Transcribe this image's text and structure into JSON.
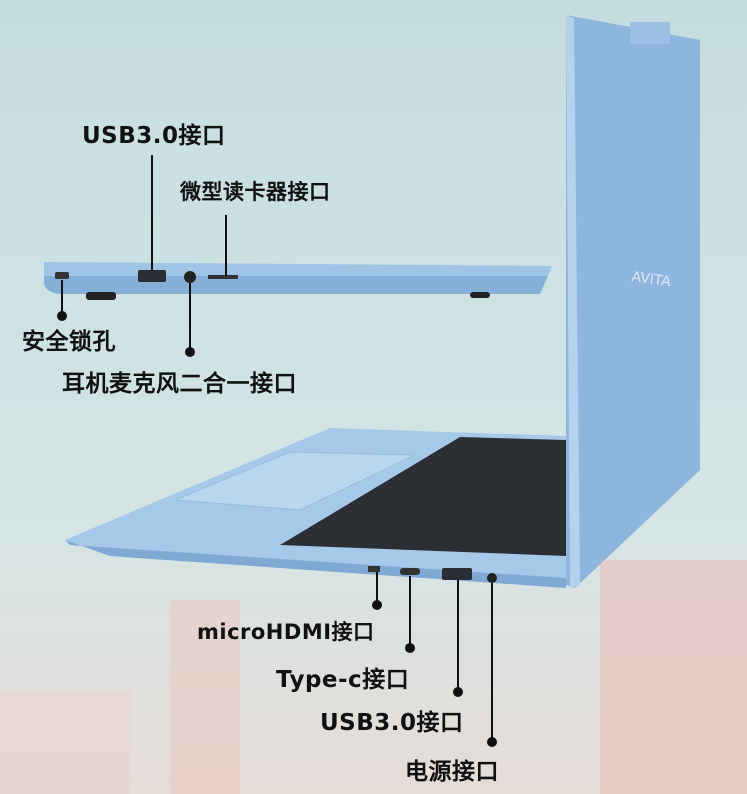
{
  "brand_logo": "AVITA",
  "colors": {
    "laptop_body": "#8fb8df",
    "keyboard": "#2b2e33",
    "callout_line": "#111111"
  },
  "callouts_side_view": [
    {
      "label": "USB3.0接口"
    },
    {
      "label": "微型读卡器接口"
    },
    {
      "label": "安全锁孔"
    },
    {
      "label": "耳机麦克风二合一接口"
    }
  ],
  "callouts_front_view": [
    {
      "label": "microHDMI接口"
    },
    {
      "label": "Type-c接口"
    },
    {
      "label": "USB3.0接口"
    },
    {
      "label": "电源接口"
    }
  ]
}
